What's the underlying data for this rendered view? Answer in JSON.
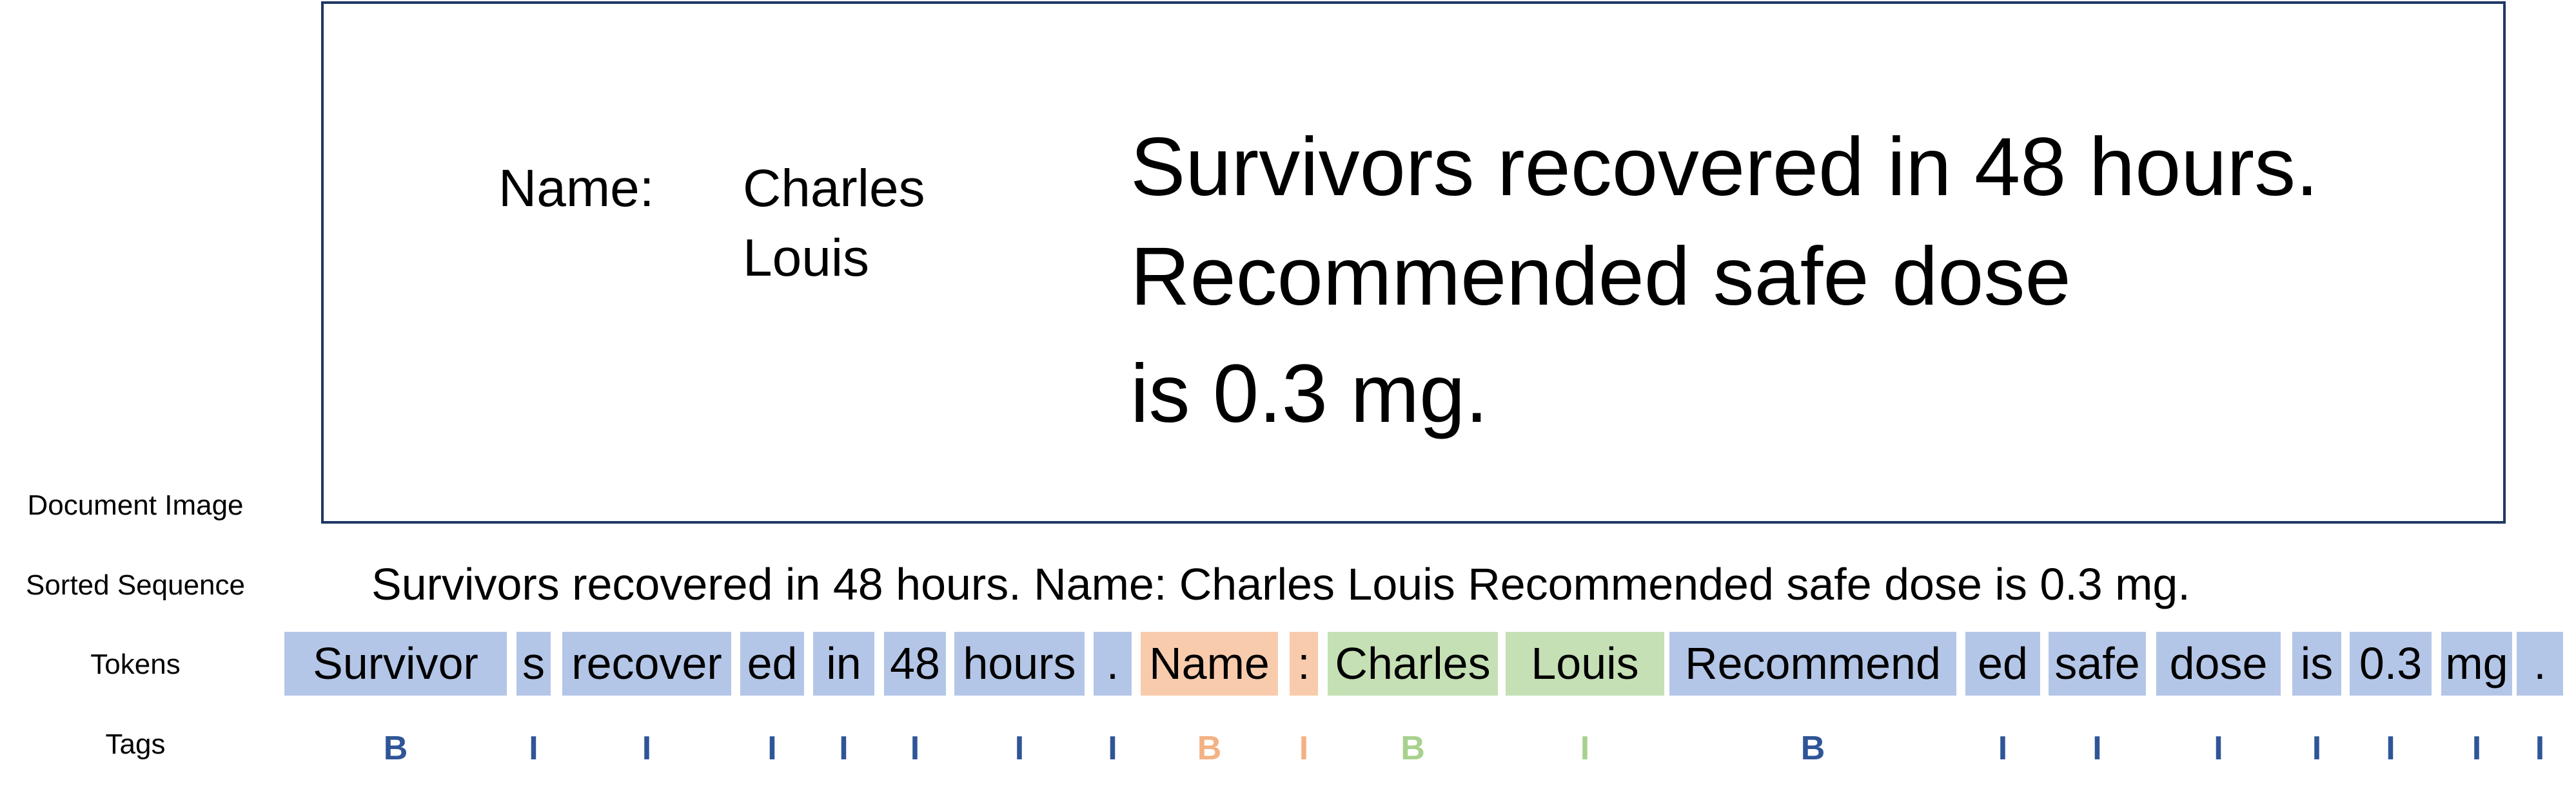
{
  "row_labels": {
    "document_image": "Document Image",
    "sorted_sequence": "Sorted Sequence",
    "tokens": "Tokens",
    "tags": "Tags"
  },
  "document": {
    "name_label": "Name:",
    "name_value_line1": "Charles",
    "name_value_line2": "Louis",
    "paragraph_line1": "Survivors recovered in 48 hours.",
    "paragraph_line2": "Recommended safe dose",
    "paragraph_line3": "is 0.3 mg."
  },
  "sorted_sequence": "Survivors recovered in 48 hours. Name: Charles Louis Recommended safe dose is 0.3 mg.",
  "colors": {
    "frame_border": "#1f3864",
    "group_blue_fill": "#b4c6e7",
    "group_blue_tag": "#2f5597",
    "group_orange_fill": "#f8cbad",
    "group_orange_tag": "#f4b183",
    "group_green_fill": "#c5e0b4",
    "group_green_tag": "#a9d18e"
  },
  "tokens": [
    {
      "text": "Survivor",
      "tag": "B",
      "group": "blue"
    },
    {
      "text": "s",
      "tag": "I",
      "group": "blue"
    },
    {
      "text": "recover",
      "tag": "I",
      "group": "blue"
    },
    {
      "text": "ed",
      "tag": "I",
      "group": "blue"
    },
    {
      "text": "in",
      "tag": "I",
      "group": "blue"
    },
    {
      "text": "48",
      "tag": "I",
      "group": "blue"
    },
    {
      "text": "hours",
      "tag": "I",
      "group": "blue"
    },
    {
      "text": ".",
      "tag": "I",
      "group": "blue"
    },
    {
      "text": "Name",
      "tag": "B",
      "group": "orange"
    },
    {
      "text": ":",
      "tag": "I",
      "group": "orange"
    },
    {
      "text": "Charles",
      "tag": "B",
      "group": "green"
    },
    {
      "text": "Louis",
      "tag": "I",
      "group": "green"
    },
    {
      "text": "Recommend",
      "tag": "B",
      "group": "blue"
    },
    {
      "text": "ed",
      "tag": "I",
      "group": "blue"
    },
    {
      "text": "safe",
      "tag": "I",
      "group": "blue"
    },
    {
      "text": "dose",
      "tag": "I",
      "group": "blue"
    },
    {
      "text": "is",
      "tag": "I",
      "group": "blue"
    },
    {
      "text": "0.3",
      "tag": "I",
      "group": "blue"
    },
    {
      "text": "mg",
      "tag": "I",
      "group": "blue"
    },
    {
      "text": ".",
      "tag": "I",
      "group": "blue"
    }
  ]
}
